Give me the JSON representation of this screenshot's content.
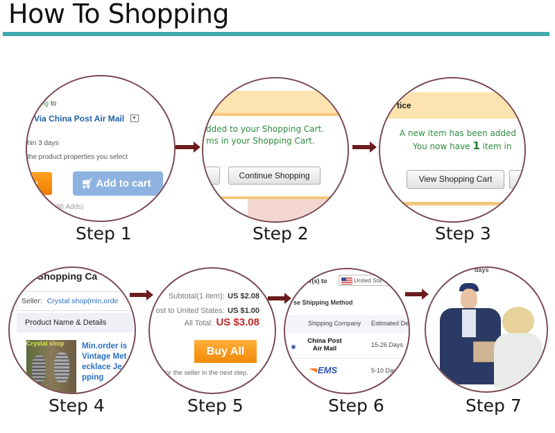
{
  "header": {
    "title": "How To Shopping",
    "accent_color": "#3fa9ad"
  },
  "steps": [
    {
      "label": "Step 1",
      "content": {
        "shipping_prefix": "ng",
        "shipping_to": "to",
        "shipping_method": "s Via China Post Air Mail",
        "dispatch": "hin 3 days",
        "properties_note": "the product properties you select",
        "buy_now_label": "ow",
        "add_to_cart_label": "Add to cart",
        "cart_icon": "cart-icon",
        "adds_count": "86 Adds)"
      }
    },
    {
      "label": "Step 2",
      "content": {
        "message_line1": "dded to your Shopping Cart.",
        "message_line2": "ms in your Shopping Cart.",
        "continue_label": "Continue Shopping"
      }
    },
    {
      "label": "Step 3",
      "content": {
        "notice_title": "tice",
        "message_line1": "A new item has been added",
        "message_line2_pre": "You now have",
        "item_count": "1",
        "message_line2_post": "item in",
        "view_cart_label": "View Shopping Cart"
      }
    },
    {
      "label": "Step 4",
      "content": {
        "heading": "ur Shopping Ca",
        "seller_label": "Seller:",
        "seller_name": "Crystal shop(min,orde",
        "column_header": "Product Name & Details",
        "image_caption": "Crystal shop",
        "product_lines": [
          "Min.order is",
          "Vintage Met",
          "ecklace Je",
          "pping"
        ]
      }
    },
    {
      "label": "Step 5",
      "content": {
        "subtotal_label": "Subtotal(1 item):",
        "subtotal_value": "US $2.08",
        "shipping_label": "ost to United States:",
        "shipping_value": "US $1.00",
        "total_label": "All Total:",
        "total_value": "US $3.08",
        "buy_all_label": "Buy All",
        "footnote": "for the seller in the next step."
      }
    },
    {
      "label": "Step 6",
      "content": {
        "ship_to_label": "er(s) to",
        "country": "United Sta",
        "section_title": "se Shipping Method",
        "columns": [
          "Shipping Company",
          "Estimated Deli"
        ],
        "rows": [
          {
            "company": "China Post Air Mail",
            "company_line1": "China Post",
            "company_line2": "Air Mail",
            "eta": "15-26 Days",
            "selected": true
          },
          {
            "company": "EMS",
            "eta": "5-10 Days",
            "selected": false
          }
        ]
      }
    },
    {
      "label": "Step 7",
      "content": {
        "top_text": "days",
        "image_alt": "courier handing package to customer"
      }
    }
  ]
}
